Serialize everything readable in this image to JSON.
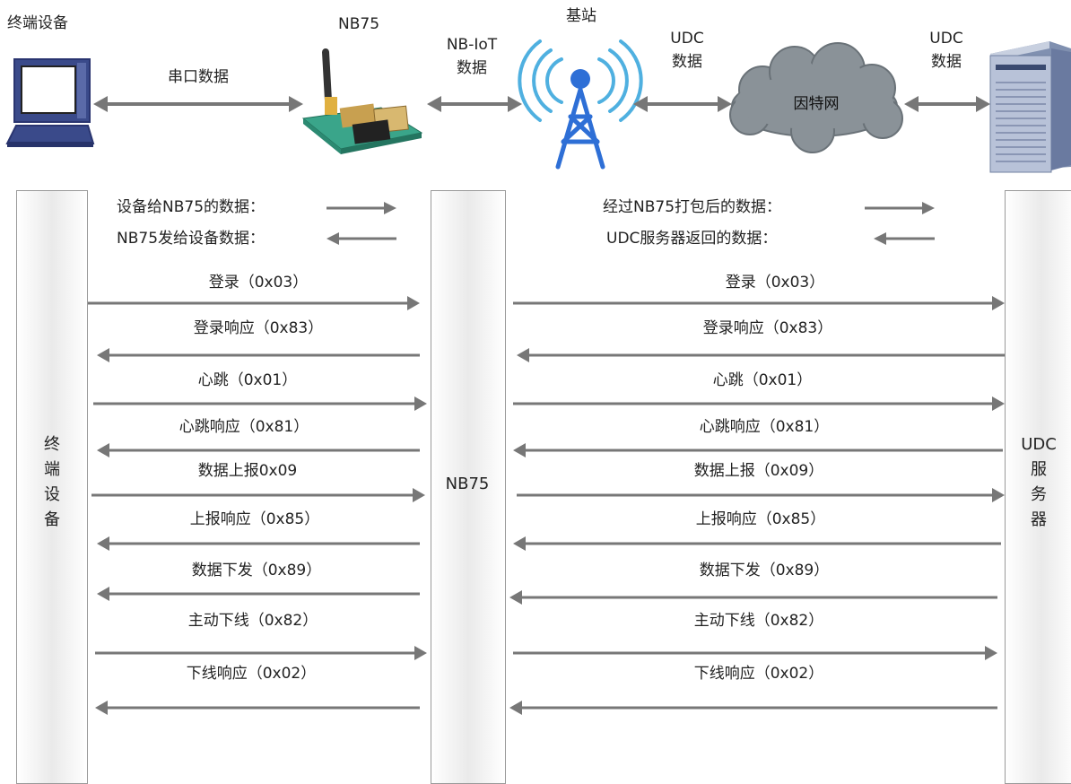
{
  "top": {
    "terminal_label": "终端设备",
    "nb75_label": "NB75",
    "serial_label": "串口数据",
    "nbiot_label_line1": "NB-IoT",
    "nbiot_label_line2": "数据",
    "basestation_label": "基站",
    "udc_left_line1": "UDC",
    "udc_left_line2": "数据",
    "internet_label": "因特网",
    "udc_right_line1": "UDC",
    "udc_right_line2": "数据"
  },
  "columns": {
    "terminal_chars": [
      "终",
      "端",
      "设",
      "备"
    ],
    "nb75": "NB75",
    "udc_line1": "UDC",
    "udc_chars": [
      "服",
      "务",
      "器"
    ]
  },
  "legend": {
    "left_forward": "设备给NB75的数据：",
    "left_back": "NB75发给设备数据：",
    "right_forward": "经过NB75打包后的数据：",
    "right_back": "UDC服务器返回的数据："
  },
  "messages_left": [
    "登录（0x03）",
    "登录响应（0x83）",
    "心跳（0x01）",
    "心跳响应（0x81）",
    "数据上报0x09",
    "上报响应（0x85）",
    "数据下发（0x89）",
    "主动下线（0x82）",
    "下线响应（0x02）"
  ],
  "messages_right": [
    "登录（0x03）",
    "登录响应（0x83）",
    "心跳（0x01）",
    "心跳响应（0x81）",
    "数据上报（0x09）",
    "上报响应（0x85）",
    "数据下发（0x89）",
    "主动下线（0x82）",
    "下线响应（0x02）"
  ],
  "colors": {
    "arrow": "#777777",
    "column_border": "#9a9a9a",
    "cloud": "#8a9298",
    "tower": "#2e6fd6",
    "pc": "#3a4a8a",
    "module_board": "#3aa58a"
  }
}
